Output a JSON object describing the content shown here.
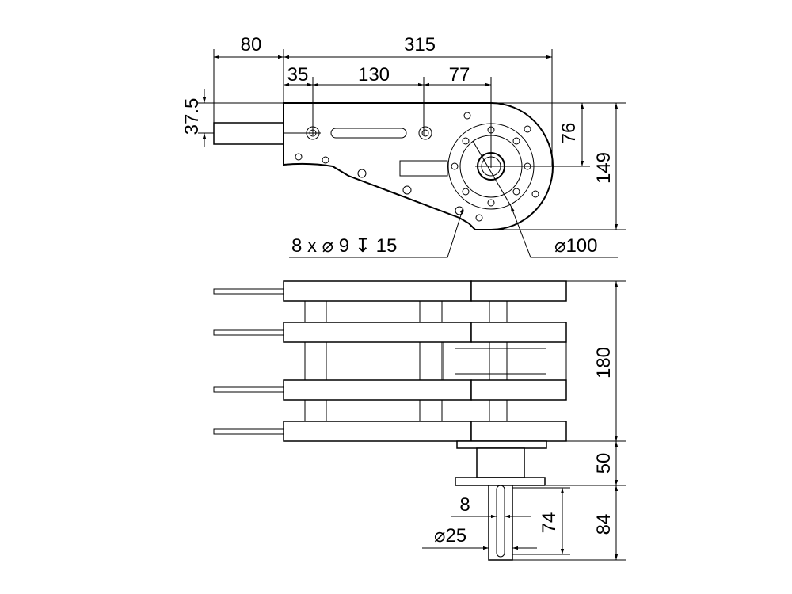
{
  "drawing": {
    "top_view": {
      "dim_shaft_length": "80",
      "dim_overall_length": "315",
      "dim_first_hole": "35",
      "dim_hole_spacing": "130",
      "dim_to_center": "77",
      "dim_shaft_height": "37.5",
      "dim_center_height": "76",
      "dim_overall_height": "149",
      "callout_holes": "8 x ⌀ 9 ↧ 15",
      "callout_diameter": "⌀100"
    },
    "side_view": {
      "dim_stack_height": "180",
      "dim_hub_height": "50",
      "dim_shaft_projection": "84",
      "dim_keyway_length": "74",
      "dim_keyway_width": "8",
      "dim_shaft_diameter": "⌀25"
    },
    "line_color": "#000000"
  }
}
